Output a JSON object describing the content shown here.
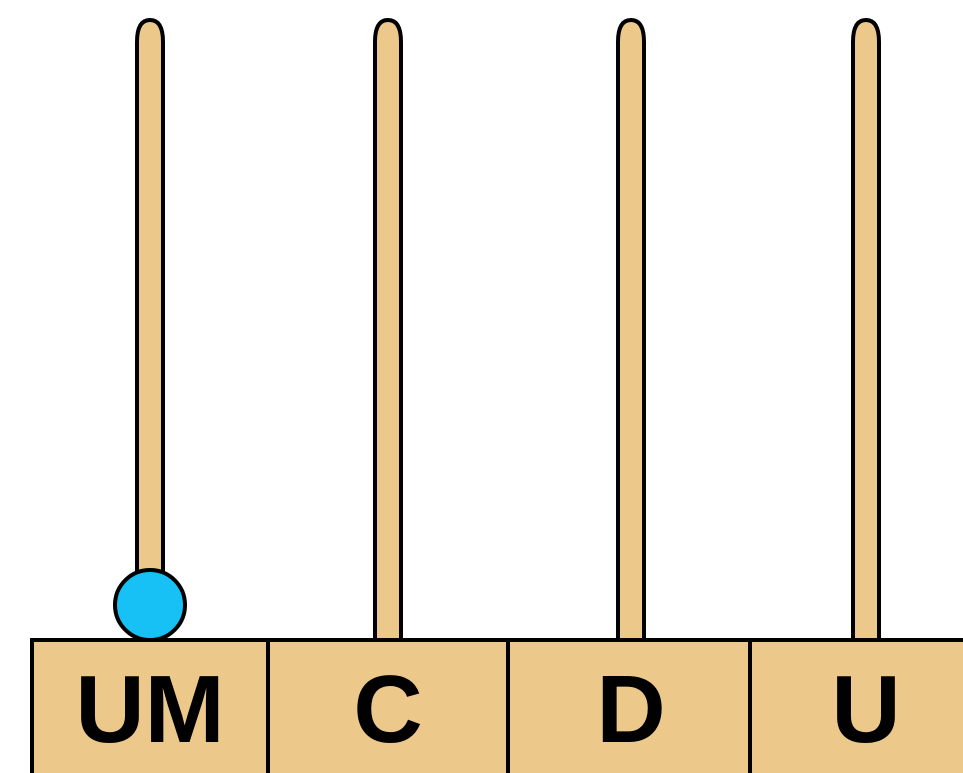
{
  "colors": {
    "wood": "#ECC98A",
    "outline": "#000000",
    "bead": "#17C1F5",
    "background": "#FFFFFF"
  },
  "abacus": {
    "columns": [
      {
        "label": "UM",
        "beads": 1
      },
      {
        "label": "C",
        "beads": 0
      },
      {
        "label": "D",
        "beads": 0
      },
      {
        "label": "U",
        "beads": 0
      }
    ]
  }
}
